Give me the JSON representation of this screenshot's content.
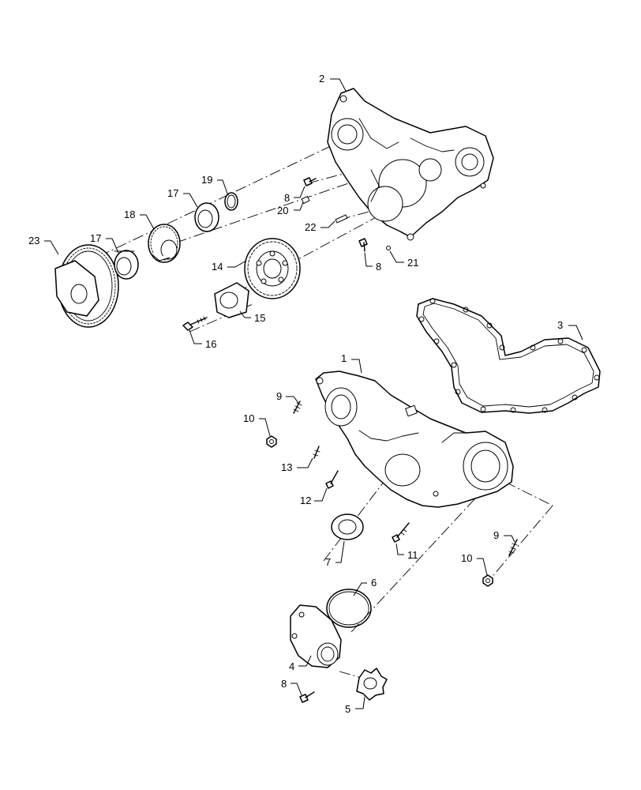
{
  "callouts": [
    {
      "id": "c2",
      "label": "2"
    },
    {
      "id": "c3",
      "label": "3"
    },
    {
      "id": "c1",
      "label": "1"
    },
    {
      "id": "c4",
      "label": "4"
    },
    {
      "id": "c5",
      "label": "5"
    },
    {
      "id": "c6",
      "label": "6"
    },
    {
      "id": "c7",
      "label": "7"
    },
    {
      "id": "c8a",
      "label": "8"
    },
    {
      "id": "c8b",
      "label": "8"
    },
    {
      "id": "c8c",
      "label": "8"
    },
    {
      "id": "c9a",
      "label": "9"
    },
    {
      "id": "c9b",
      "label": "9"
    },
    {
      "id": "c10a",
      "label": "10"
    },
    {
      "id": "c10b",
      "label": "10"
    },
    {
      "id": "c11",
      "label": "11"
    },
    {
      "id": "c12",
      "label": "12"
    },
    {
      "id": "c13",
      "label": "13"
    },
    {
      "id": "c14",
      "label": "14"
    },
    {
      "id": "c15",
      "label": "15"
    },
    {
      "id": "c16",
      "label": "16"
    },
    {
      "id": "c17a",
      "label": "17"
    },
    {
      "id": "c17b",
      "label": "17"
    },
    {
      "id": "c18",
      "label": "18"
    },
    {
      "id": "c19",
      "label": "19"
    },
    {
      "id": "c20",
      "label": "20"
    },
    {
      "id": "c21",
      "label": "21"
    },
    {
      "id": "c22",
      "label": "22"
    },
    {
      "id": "c23",
      "label": "23"
    }
  ]
}
